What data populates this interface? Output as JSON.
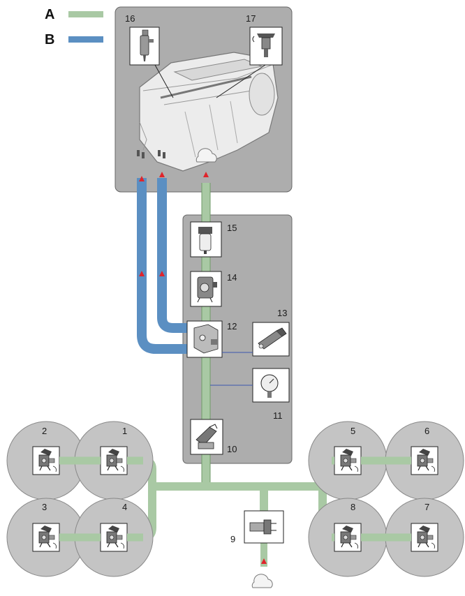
{
  "legend": [
    {
      "key": "A",
      "color": "#a9c9a4"
    },
    {
      "key": "B",
      "color": "#5b8fc2"
    }
  ],
  "labels": {
    "n1": "1",
    "n2": "2",
    "n3": "3",
    "n4": "4",
    "n5": "5",
    "n6": "6",
    "n7": "7",
    "n8": "8",
    "n9": "9",
    "n10": "10",
    "n11": "11",
    "n12": "12",
    "n13": "13",
    "n14": "14",
    "n15": "15",
    "n16": "16",
    "n17": "17"
  },
  "colors": {
    "panel": "#adadad",
    "circle": "#c4c4c4",
    "pipe_a": "#a9c9a4",
    "pipe_b": "#5b8fc2",
    "arrow": "#e0242b",
    "thin_line": "#3a56b0"
  },
  "icons": [
    "engine-icon",
    "injector-icon",
    "pressure-sensor-icon",
    "fuel-filter-icon",
    "pump-icon",
    "distribution-block-icon",
    "relief-valve-icon",
    "pressure-gauge-icon",
    "shutoff-valve-icon",
    "tank-valve-icon",
    "filling-receptacle-icon",
    "vent-cloud-icon"
  ]
}
